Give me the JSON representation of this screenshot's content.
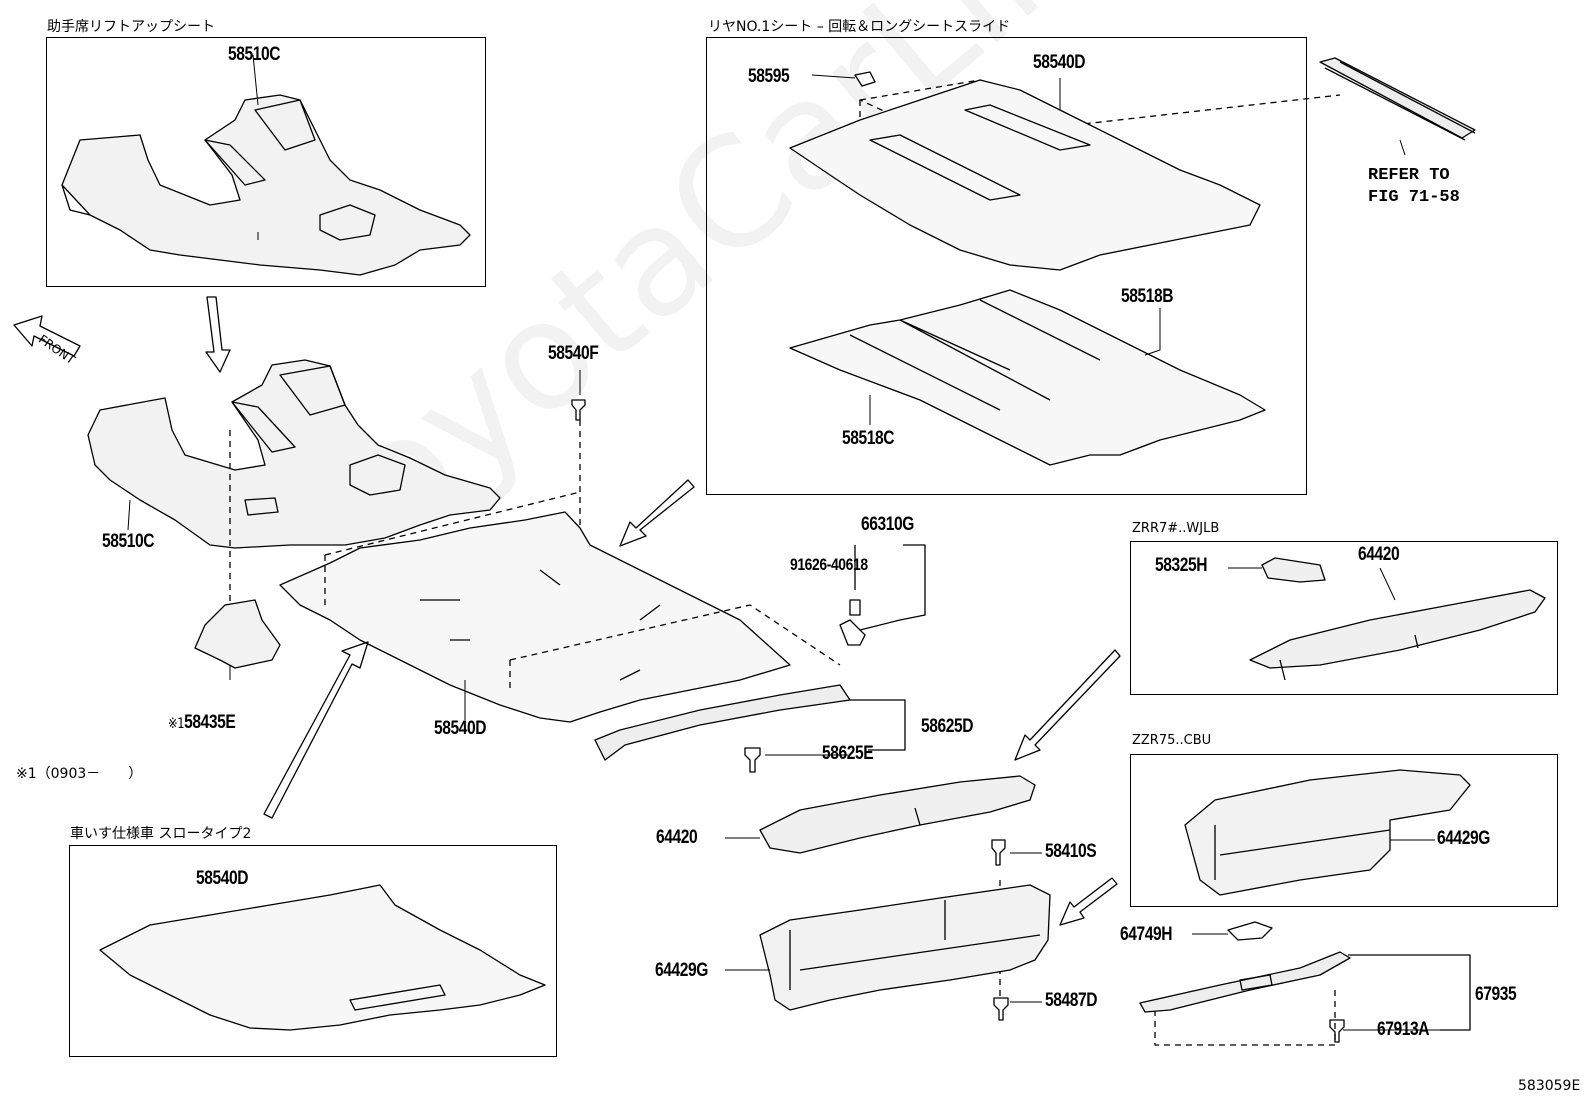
{
  "watermark": "ToyotaCarLine.ru",
  "boxes": {
    "liftup": {
      "caption": "助手席リフトアップシート"
    },
    "rear_seat": {
      "caption": "リヤNO.1シート – 回転＆ロングシートスライド"
    },
    "wheelchair": {
      "caption": "車いす仕様車 スロータイプ2"
    },
    "zrr": {
      "caption": "ZRR7#..WJLB"
    },
    "zzr": {
      "caption": "ZZR75..CBU"
    }
  },
  "front_label": "FRONT",
  "refer": {
    "line1": "REFER TO",
    "line2": "FIG 71-58"
  },
  "footnote": "※1（0903－　　）",
  "footnote_mark": "※1",
  "diagram_id": "583059E",
  "parts": {
    "p58510C_top": "58510C",
    "p58510C_main": "58510C",
    "p58435E": "58435E",
    "p58540F": "58540F",
    "p58540D_main": "58540D",
    "p58540D_wheel": "58540D",
    "p58540D_rear": "58540D",
    "p58595": "58595",
    "p58518B": "58518B",
    "p58518C": "58518C",
    "p66310G": "66310G",
    "p91626": "91626-40618",
    "p58625D": "58625D",
    "p58625E": "58625E",
    "p58325H": "58325H",
    "p64420_box": "64420",
    "p64420_main": "64420",
    "p64429G_box": "64429G",
    "p64429G_main": "64429G",
    "p58410S": "58410S",
    "p58487D": "58487D",
    "p64749H": "64749H",
    "p67935": "67935",
    "p67913A": "67913A"
  }
}
